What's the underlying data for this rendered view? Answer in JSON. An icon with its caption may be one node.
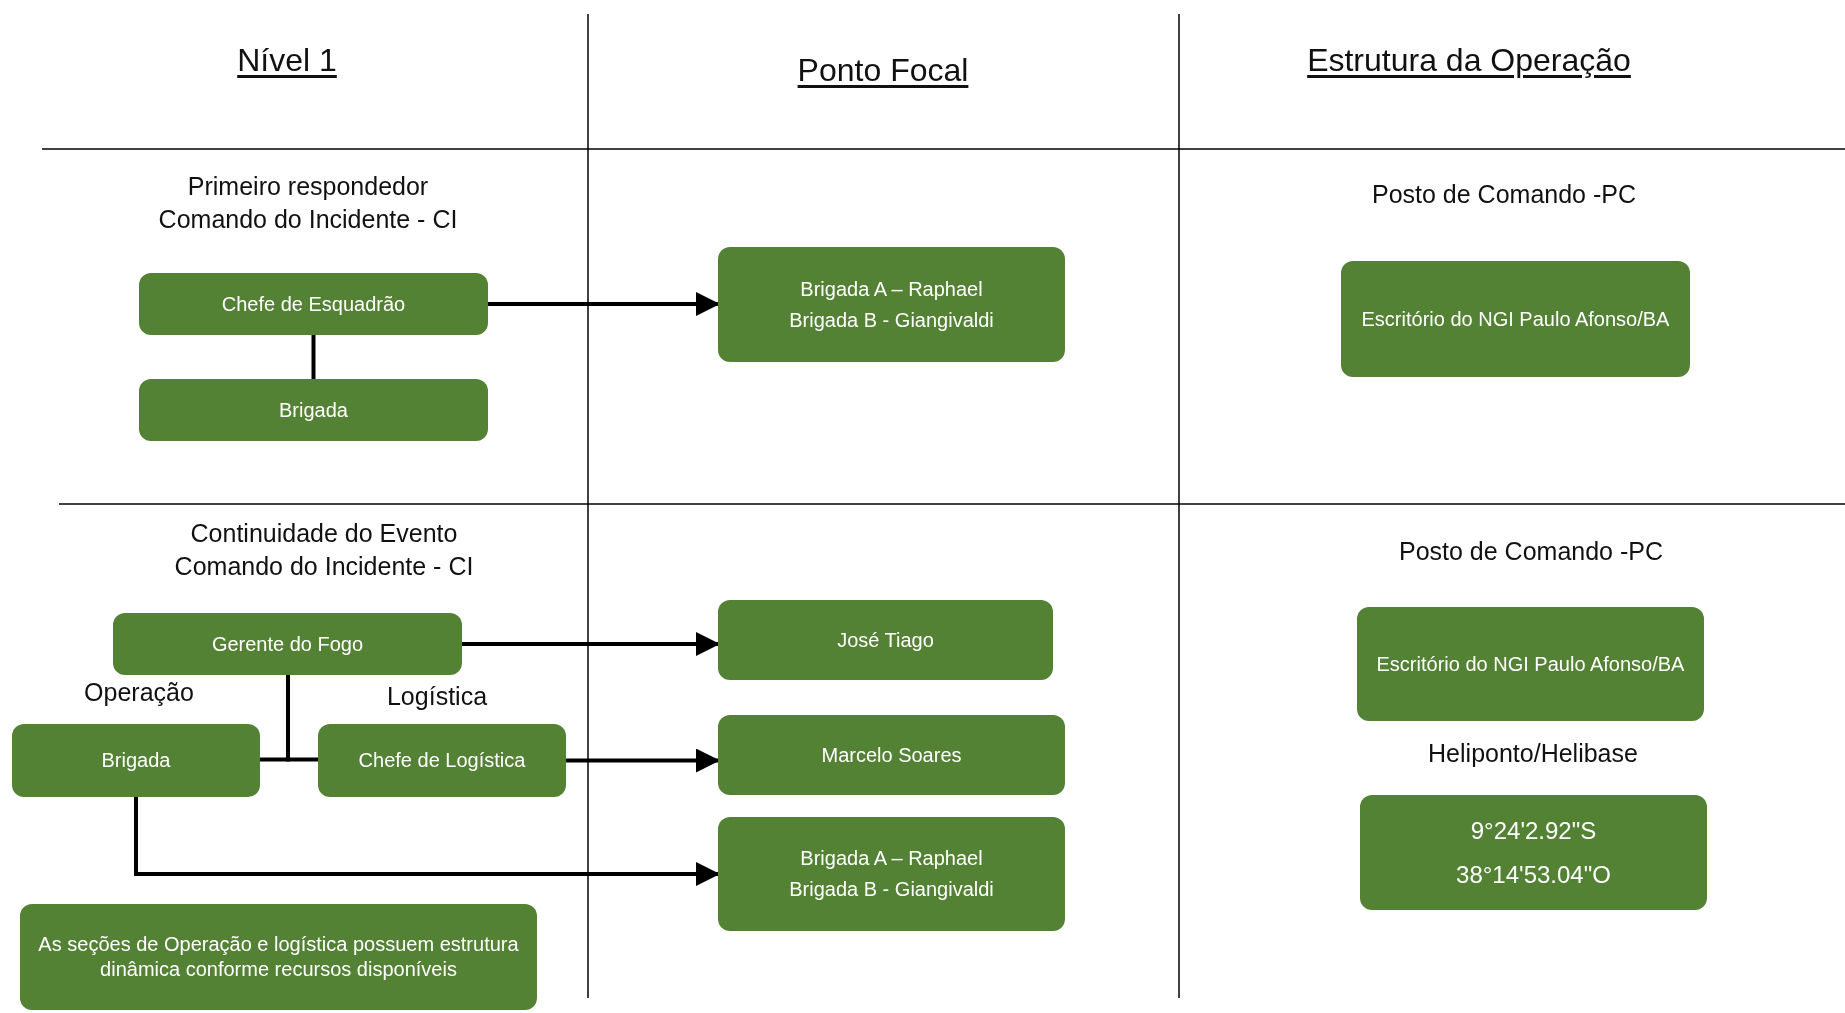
{
  "diagram": {
    "nodes": [
      {
        "text": [
          "Chefe de Esquadrão"
        ]
      },
      {
        "text": [
          "Brigada"
        ]
      },
      {
        "text": [
          "Brigada A – Raphael",
          "Brigada B - Giangivaldi"
        ]
      },
      {
        "text": [
          "Escritório do NGI Paulo Afonso/BA"
        ]
      },
      {
        "text": [
          "Gerente do Fogo"
        ]
      },
      {
        "text": [
          "Brigada"
        ]
      },
      {
        "text": [
          "Chefe de Logística"
        ]
      },
      {
        "text": [
          "José Tiago"
        ]
      },
      {
        "text": [
          "Marcelo Soares"
        ]
      },
      {
        "text": [
          "Brigada A – Raphael",
          "Brigada B - Giangivaldi"
        ]
      },
      {
        "text": [
          "Escritório do NGI Paulo Afonso/BA"
        ]
      },
      {
        "text": [
          "9°24'2.92\"S",
          "38°14'53.04\"O"
        ]
      },
      {
        "text": [
          "As seções de Operação e logística possuem estrutura dinâmica conforme recursos disponíveis"
        ]
      }
    ],
    "edges": [
      {
        "from": 0,
        "to": 2,
        "arrow": "to"
      },
      {
        "from": 0,
        "to": 1,
        "arrow": "none"
      },
      {
        "from": 4,
        "to": 7,
        "arrow": "to"
      },
      {
        "from": 4,
        "to": 5,
        "arrow": "none"
      },
      {
        "from": 4,
        "to": 6,
        "arrow": "none"
      },
      {
        "from": 6,
        "to": 8,
        "arrow": "to"
      },
      {
        "from": 5,
        "to": 9,
        "arrow": "to"
      }
    ],
    "labels": [
      "Nível 1",
      "Ponto Focal",
      "Estrutura da Operação",
      "Primeiro respondedor Comando do Incidente - CI",
      "Posto de Comando -PC",
      "Continuidade do Evento Comando do Incidente - CI",
      "Posto de Comando -PC",
      "Operação",
      "Logística",
      "Heliponto/Helibase"
    ]
  }
}
